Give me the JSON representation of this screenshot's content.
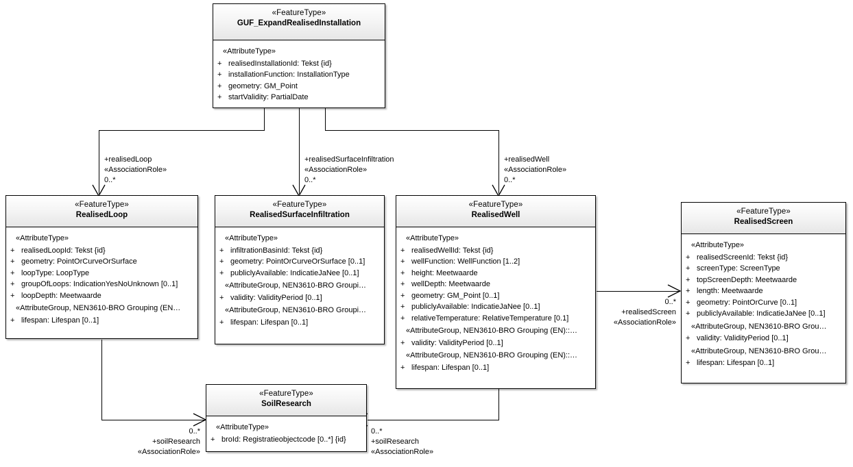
{
  "diagram": {
    "type": "uml-class-diagram",
    "title": "GUF_ExpandRealisedInstallation"
  },
  "classes": {
    "guf": {
      "stereotype": "«FeatureType»",
      "name": "GUF_ExpandRealisedInstallation",
      "sections": [
        {
          "group": "«AttributeType»",
          "attributes": [
            {
              "vis": "+",
              "text": "realisedInstallationId: Tekst {id}"
            },
            {
              "vis": "+",
              "text": "installationFunction: InstallationType"
            },
            {
              "vis": "+",
              "text": "geometry: GM_Point"
            },
            {
              "vis": "+",
              "text": "startValidity: PartialDate"
            }
          ]
        }
      ]
    },
    "realisedLoop": {
      "stereotype": "«FeatureType»",
      "name": "RealisedLoop",
      "sections": [
        {
          "group": "«AttributeType»",
          "attributes": [
            {
              "vis": "+",
              "text": "realisedLoopId: Tekst {id}"
            },
            {
              "vis": "+",
              "text": "geometry: PointOrCurveOrSurface"
            },
            {
              "vis": "+",
              "text": "loopType: LoopType"
            },
            {
              "vis": "+",
              "text": "groupOfLoops: IndicationYesNoUnknown [0..1]"
            },
            {
              "vis": "+",
              "text": "loopDepth: Meetwaarde"
            }
          ]
        },
        {
          "group": "«AttributeGroup, NEN3610-BRO Grouping (EN…",
          "attributes": [
            {
              "vis": "+",
              "text": "lifespan: Lifespan [0..1]"
            }
          ]
        }
      ]
    },
    "realisedSurfaceInfiltration": {
      "stereotype": "«FeatureType»",
      "name": "RealisedSurfaceInfiltration",
      "sections": [
        {
          "group": "«AttributeType»",
          "attributes": [
            {
              "vis": "+",
              "text": "infiltrationBasinId: Tekst {id}"
            },
            {
              "vis": "+",
              "text": "geometry: PointOrCurveOrSurface [0..1]"
            },
            {
              "vis": "+",
              "text": "publiclyAvailable: IndicatieJaNee [0..1]"
            }
          ]
        },
        {
          "group": "«AttributeGroup, NEN3610-BRO Groupi…",
          "attributes": [
            {
              "vis": "+",
              "text": "validity: ValidityPeriod [0..1]"
            }
          ]
        },
        {
          "group": "«AttributeGroup, NEN3610-BRO Groupi…",
          "attributes": [
            {
              "vis": "+",
              "text": "lifespan: Lifespan [0..1]"
            }
          ]
        }
      ]
    },
    "realisedWell": {
      "stereotype": "«FeatureType»",
      "name": "RealisedWell",
      "sections": [
        {
          "group": "«AttributeType»",
          "attributes": [
            {
              "vis": "+",
              "text": "realisedWellId: Tekst {id}"
            },
            {
              "vis": "+",
              "text": "wellFunction: WellFunction [1..2]"
            },
            {
              "vis": "+",
              "text": "height: Meetwaarde"
            },
            {
              "vis": "+",
              "text": "wellDepth: Meetwaarde"
            },
            {
              "vis": "+",
              "text": "geometry: GM_Point [0..1]"
            },
            {
              "vis": "+",
              "text": "publiclyAvailable: IndicatieJaNee [0..1]"
            },
            {
              "vis": "+",
              "text": "relativeTemperature: RelativeTemperature [0.1]"
            }
          ]
        },
        {
          "group": "«AttributeGroup, NEN3610-BRO Grouping (EN)::…",
          "attributes": [
            {
              "vis": "+",
              "text": "validity: ValidityPeriod [0..1]"
            }
          ]
        },
        {
          "group": "«AttributeGroup, NEN3610-BRO Grouping (EN)::…",
          "attributes": [
            {
              "vis": "+",
              "text": "lifespan: Lifespan [0..1]"
            }
          ]
        }
      ]
    },
    "realisedScreen": {
      "stereotype": "«FeatureType»",
      "name": "RealisedScreen",
      "sections": [
        {
          "group": "«AttributeType»",
          "attributes": [
            {
              "vis": "+",
              "text": "realisedScreenId: Tekst {id}"
            },
            {
              "vis": "+",
              "text": "screenType: ScreenType"
            },
            {
              "vis": "+",
              "text": "topScreenDepth: Meetwaarde"
            },
            {
              "vis": "+",
              "text": "length: Meetwaarde"
            },
            {
              "vis": "+",
              "text": "geometry: PointOrCurve [0..1]"
            },
            {
              "vis": "+",
              "text": "publiclyAvailable: IndicatieJaNee [0..1]"
            }
          ]
        },
        {
          "group": "«AttributeGroup, NEN3610-BRO Grou…",
          "attributes": [
            {
              "vis": "+",
              "text": "validity: ValidityPeriod [0..1]"
            }
          ]
        },
        {
          "group": "«AttributeGroup, NEN3610-BRO Grou…",
          "attributes": [
            {
              "vis": "+",
              "text": "lifespan: Lifespan [0..1]"
            }
          ]
        }
      ]
    },
    "soilResearch": {
      "stereotype": "«FeatureType»",
      "name": "SoilResearch",
      "sections": [
        {
          "group": "«AttributeType»",
          "attributes": [
            {
              "vis": "+",
              "text": "broId: Registratieobjectcode [0..*] {id}"
            }
          ]
        }
      ]
    }
  },
  "associations": {
    "realisedLoop": {
      "role": "+realisedLoop",
      "stereotype": "«AssociationRole»",
      "multiplicity": "0..*"
    },
    "realisedSurfaceInfiltration": {
      "role": "+realisedSurfaceInfiltration",
      "stereotype": "«AssociationRole»",
      "multiplicity": "0..*"
    },
    "realisedWell": {
      "role": "+realisedWell",
      "stereotype": "«AssociationRole»",
      "multiplicity": "0..*"
    },
    "realisedScreen": {
      "role": "+realisedScreen",
      "stereotype": "«AssociationRole»",
      "multiplicity": "0..*"
    },
    "soilResearchLeft": {
      "role": "+soilResearch",
      "stereotype": "«AssociationRole»",
      "multiplicity": "0..*"
    },
    "soilResearchRight": {
      "role": "+soilResearch",
      "stereotype": "«AssociationRole»",
      "multiplicity": "0..*"
    }
  },
  "colors": {
    "line": "#000000",
    "header_top": "#ffffff",
    "header_bottom": "#e6e6e6",
    "body": "#ffffff"
  }
}
